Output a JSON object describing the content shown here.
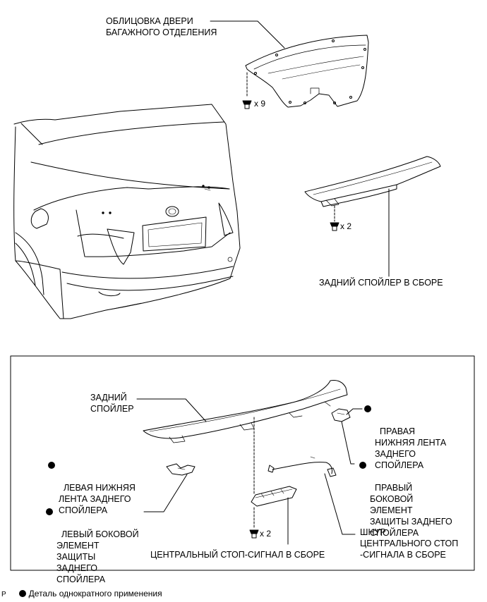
{
  "labels": {
    "trunk_trim": "ОБЛИЦОВКА ДВЕРИ\nБАГАЖНОГО ОТДЕЛЕНИЯ",
    "qty_x9": "x 9",
    "qty_x2_top": "x 2",
    "rear_spoiler_assy": "ЗАДНИЙ СПОЙЛЕР В СБОРЕ",
    "rear_spoiler": "ЗАДНИЙ\nСПОЙЛЕР",
    "right_lower_tape": "ПРАВАЯ\nНИЖНЯЯ ЛЕНТА\nЗАДНЕГО\nСПОЙЛЕРА",
    "left_lower_tape": "ЛЕВАЯ НИЖНЯЯ\nЛЕНТА ЗАДНЕГО\nСПОЙЛЕРА",
    "right_side_protector": "ПРАВЫЙ\nБОКОВОЙ\nЭЛЕМЕНТ\nЗАЩИТЫ ЗАДНЕГО\nСПОЙЛЕРА",
    "left_side_protector": "ЛЕВЫЙ БОКОВОЙ\nЭЛЕМЕНТ\nЗАЩИТЫ\nЗАДНЕГО\nСПОЙЛЕРА",
    "qty_x2_bottom": "x 2",
    "stop_lamp_assy": "ЦЕНТРАЛЬНЫЙ СТОП-СИГНАЛ В СБОРЕ",
    "stop_lamp_cord": "ШНУР\nЦЕНТРАЛЬНОГО СТОП\n-СИГНАЛА В СБОРЕ",
    "legend": "Деталь однократного применения",
    "page_code": "P"
  },
  "colors": {
    "line": "#000000",
    "background": "#ffffff"
  }
}
